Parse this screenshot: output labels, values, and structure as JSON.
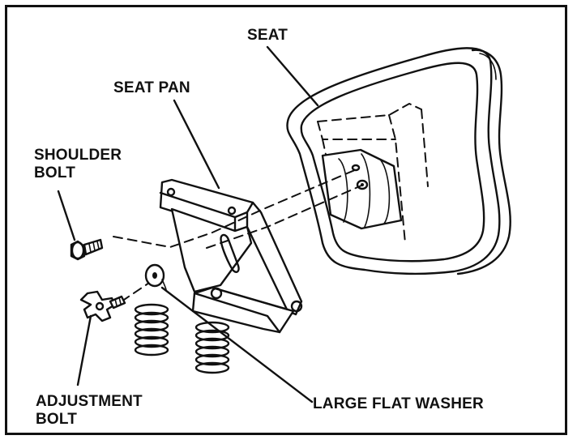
{
  "labels": {
    "seat": "SEAT",
    "seat_pan": "SEAT PAN",
    "shoulder_bolt_line1": "SHOULDER",
    "shoulder_bolt_line2": "BOLT",
    "adjustment_bolt_line1": "ADJUSTMENT",
    "adjustment_bolt_line2": "BOLT",
    "large_flat_washer": "LARGE FLAT WASHER"
  },
  "colors": {
    "ink": "#111111",
    "paper": "#ffffff"
  }
}
